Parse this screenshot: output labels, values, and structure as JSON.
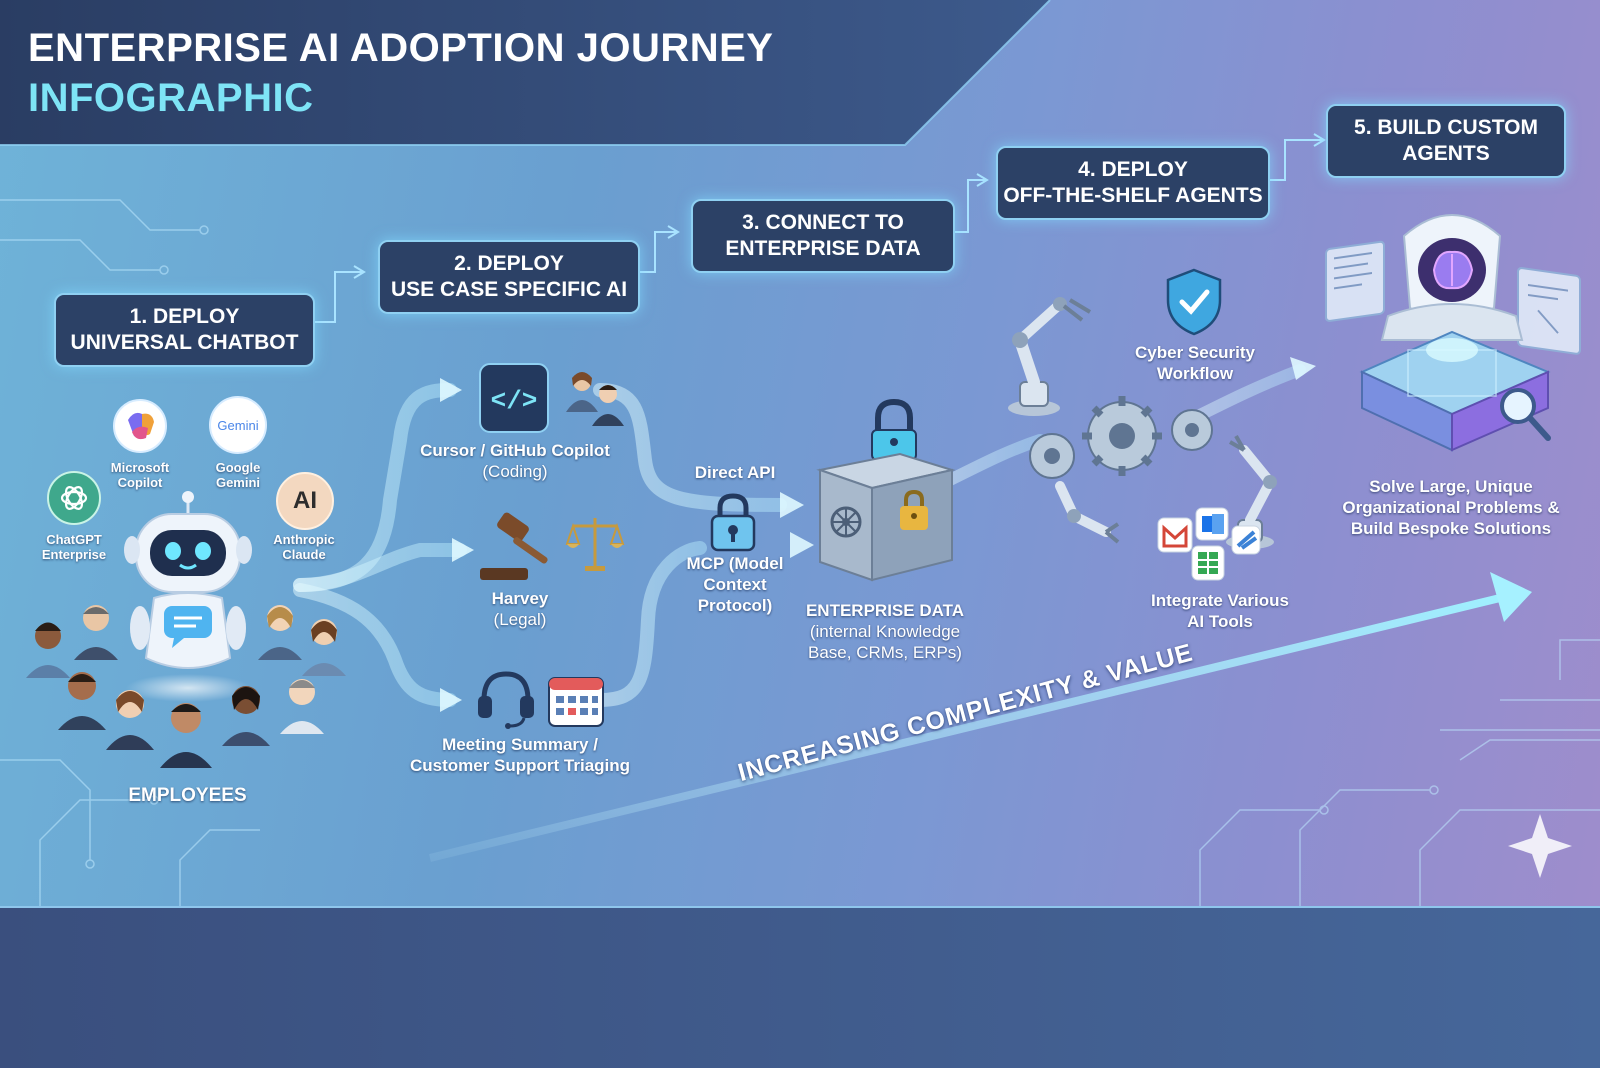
{
  "title": {
    "line1": "ENTERPRISE AI ADOPTION JOURNEY",
    "line2": "INFOGRAPHIC"
  },
  "stages": [
    {
      "line1": "1. DEPLOY",
      "line2": "UNIVERSAL CHATBOT"
    },
    {
      "line1": "2. DEPLOY",
      "line2": "USE CASE SPECIFIC AI"
    },
    {
      "line1": "3. CONNECT TO",
      "line2": "ENTERPRISE DATA"
    },
    {
      "line1": "4. DEPLOY",
      "line2": "OFF-THE-SHELF AGENTS"
    },
    {
      "line1": "5. BUILD CUSTOM",
      "line2": "AGENTS"
    }
  ],
  "chatbots": {
    "copilot": {
      "line1": "Microsoft",
      "line2": "Copilot"
    },
    "gemini": {
      "line1": "Google",
      "line2": "Gemini",
      "logo": "Gemini"
    },
    "chatgpt": {
      "line1": "ChatGPT",
      "line2": "Enterprise"
    },
    "anthropic": {
      "line1": "Anthropic",
      "line2": "Claude",
      "logo": "AI"
    }
  },
  "employees_label": "EMPLOYEES",
  "use_cases": {
    "coding": {
      "name": "Cursor / GitHub Copilot",
      "sub": "(Coding)",
      "symbol": "</>"
    },
    "legal": {
      "name": "Harvey",
      "sub": "(Legal)"
    },
    "meeting": {
      "line1": "Meeting Summary /",
      "line2": "Customer Support Triaging"
    }
  },
  "connection": {
    "direct_api": "Direct API",
    "mcp": {
      "line1": "MCP (Model",
      "line2": "Context",
      "line3": "Protocol)"
    }
  },
  "enterprise_data": {
    "title": "ENTERPRISE DATA",
    "sub1": "(internal Knowledge",
    "sub2": "Base, CRMs, ERPs)"
  },
  "agents": {
    "cyber": {
      "line1": "Cyber Security",
      "line2": "Workflow"
    },
    "integrate": {
      "line1": "Integrate Various",
      "line2": "AI Tools"
    }
  },
  "custom": {
    "line1": "Solve Large, Unique",
    "line2": "Organizational Problems &",
    "line3": "Build Bespoke Solutions"
  },
  "trend_label": "INCREASING COMPLEXITY & VALUE",
  "colors": {
    "stage_box": "#2c4166",
    "stage_border": "#8fd0f2",
    "title_accent": "#7ee4f6",
    "flow": "#c8f1ff"
  }
}
